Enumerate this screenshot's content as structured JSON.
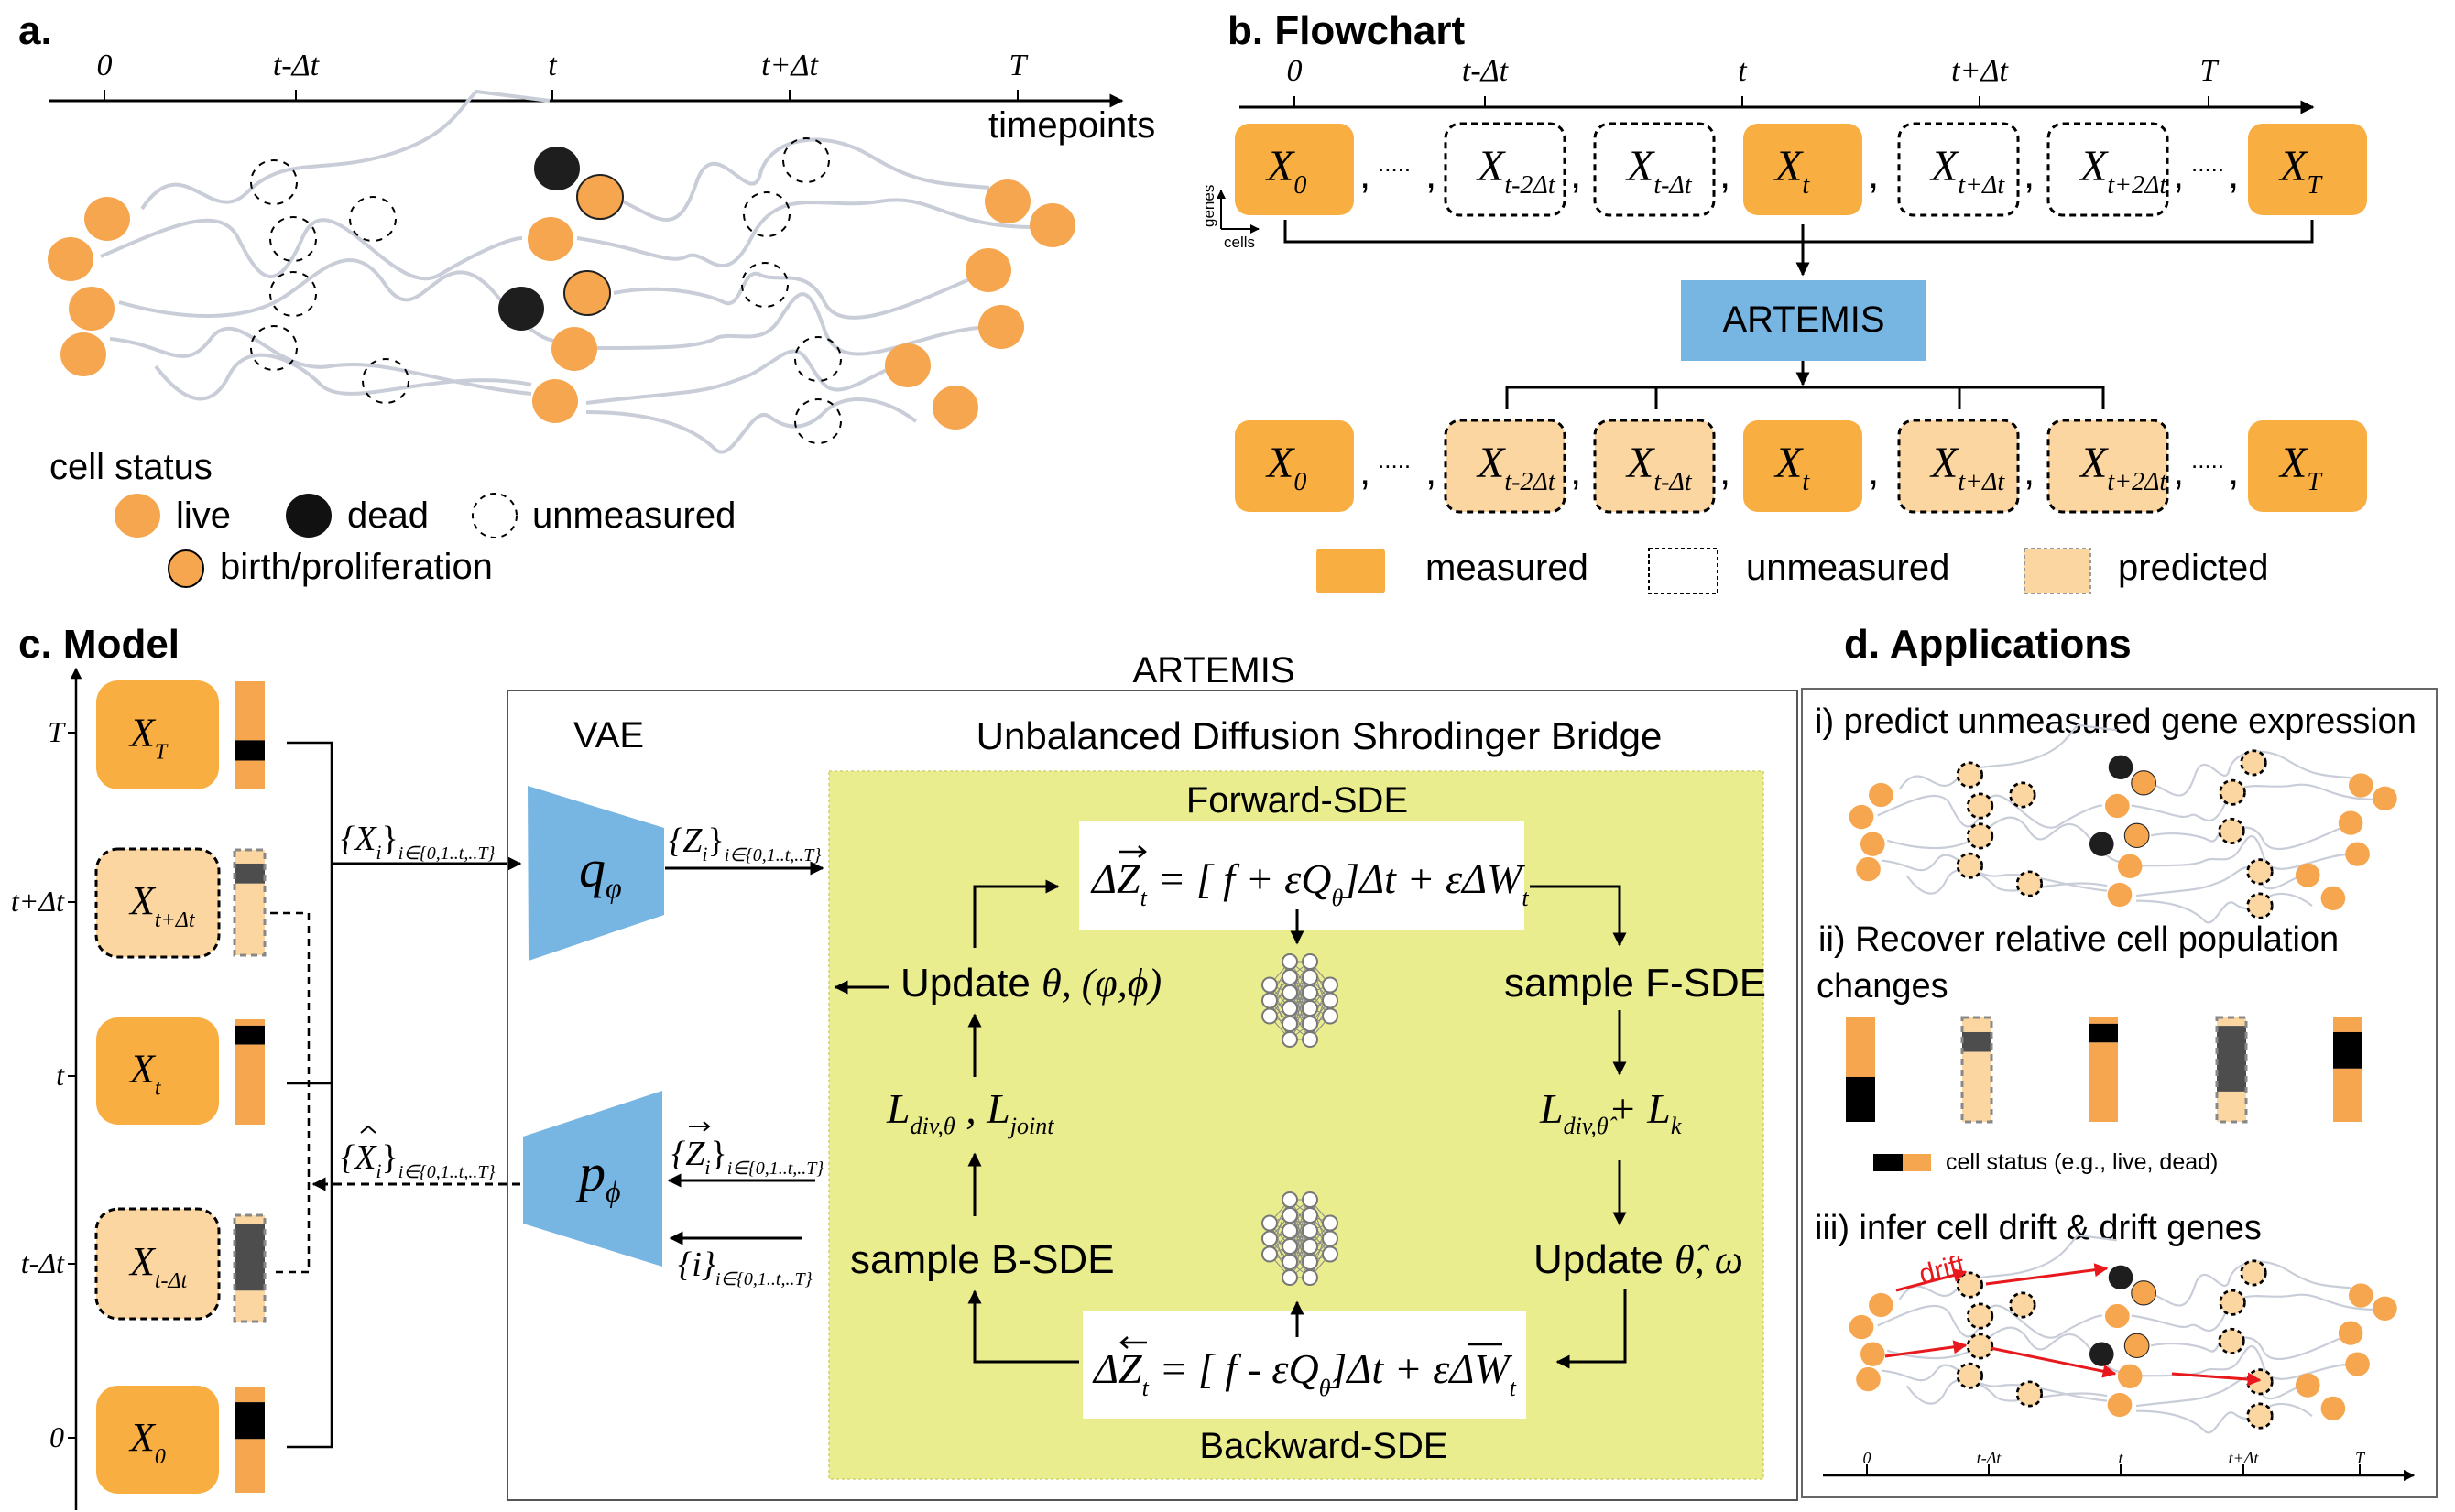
{
  "colors": {
    "measured": "#f9ae42",
    "live_cell": "#f6a64f",
    "predicted": "#fcd6a1",
    "dead": "#1e1e1e",
    "dead_bar": "#000000",
    "predicted_dead_bar": "#4d4d4d",
    "model_blue": "#77b5e3",
    "sde_yellow": "#e9ed8e",
    "trajectory": "#c8cdd8",
    "drift_red": "#e8191d"
  },
  "panel_a": {
    "label": "a.",
    "axis_ticks": [
      "0",
      "t-Δt",
      "t",
      "t+Δt",
      "T"
    ],
    "axis_title": "timepoints",
    "legend": {
      "title": "cell status",
      "live": "live",
      "dead": "dead",
      "unmeasured": "unmeasured",
      "birth": "birth/proliferation"
    }
  },
  "panel_b": {
    "label": "b. Flowchart",
    "axis_ticks": [
      "0",
      "t-Δt",
      "t",
      "t+Δt",
      "T"
    ],
    "axis_genes": "genes",
    "axis_cells": "cells",
    "separator": ",",
    "ellipsis": ".....",
    "input_row": [
      {
        "sym": "X",
        "sub": "0",
        "status": "measured"
      },
      {
        "sym": "X",
        "sub": "t-2Δt",
        "status": "unmeasured"
      },
      {
        "sym": "X",
        "sub": "t-Δt",
        "status": "unmeasured"
      },
      {
        "sym": "X",
        "sub": "t",
        "status": "measured"
      },
      {
        "sym": "X",
        "sub": "t+Δt",
        "status": "unmeasured"
      },
      {
        "sym": "X",
        "sub": "t+2Δt",
        "status": "unmeasured"
      },
      {
        "sym": "X",
        "sub": "T",
        "status": "measured"
      }
    ],
    "model": "ARTEMIS",
    "output_row": [
      {
        "sym": "X",
        "sub": "0",
        "status": "measured"
      },
      {
        "sym": "X",
        "sub": "t-2Δt",
        "status": "predicted"
      },
      {
        "sym": "X",
        "sub": "t-Δt",
        "status": "predicted"
      },
      {
        "sym": "X",
        "sub": "t",
        "status": "measured"
      },
      {
        "sym": "X",
        "sub": "t+Δt",
        "status": "predicted"
      },
      {
        "sym": "X",
        "sub": "t+2Δt",
        "status": "predicted"
      },
      {
        "sym": "X",
        "sub": "T",
        "status": "measured"
      }
    ],
    "legend": {
      "measured": "measured",
      "unmeasured": "unmeasured",
      "predicted": "predicted"
    }
  },
  "panel_c": {
    "label": "c. Model",
    "timepoints": [
      {
        "tick": "T",
        "sym": "X",
        "sub": "T",
        "status": "measured",
        "bar": [
          {
            "s": "live",
            "f": 0.55
          },
          {
            "s": "dead",
            "f": 0.19
          },
          {
            "s": "live",
            "f": 0.26
          }
        ]
      },
      {
        "tick": "t+Δt",
        "sym": "X",
        "sub": "t+Δt",
        "status": "predicted",
        "bar": [
          {
            "s": "live",
            "f": 0.13
          },
          {
            "s": "dead",
            "f": 0.19
          },
          {
            "s": "live",
            "f": 0.68
          }
        ]
      },
      {
        "tick": "t",
        "sym": "X",
        "sub": "t",
        "status": "measured",
        "bar": [
          {
            "s": "live",
            "f": 0.06
          },
          {
            "s": "dead",
            "f": 0.18
          },
          {
            "s": "live",
            "f": 0.76
          }
        ]
      },
      {
        "tick": "t-Δt",
        "sym": "X",
        "sub": "t-Δt",
        "status": "predicted",
        "bar": [
          {
            "s": "live",
            "f": 0.08
          },
          {
            "s": "dead",
            "f": 0.63
          },
          {
            "s": "live",
            "f": 0.29
          }
        ]
      },
      {
        "tick": "0",
        "sym": "X",
        "sub": "0",
        "status": "measured",
        "bar": [
          {
            "s": "live",
            "f": 0.14
          },
          {
            "s": "dead",
            "f": 0.35
          },
          {
            "s": "live",
            "f": 0.51
          }
        ]
      }
    ],
    "artemis_label": "ARTEMIS",
    "vae_label": "VAE",
    "encoder": {
      "sym": "q",
      "sub": "φ"
    },
    "decoder": {
      "sym": "p",
      "sub": "ϕ"
    },
    "input_set": {
      "main": "{X",
      "idx": "i",
      "close": "}",
      "range": "i∈{0,1..t,..T}"
    },
    "latent_set": {
      "main": "{Z",
      "idx": "i",
      "close": "}",
      "range": "i∈{0,1..t,..T}"
    },
    "forward_latent_set": {
      "main": "{Z",
      "idx": "i",
      "close": "}",
      "range": "i∈{0,1..t,..T}"
    },
    "index_set": {
      "main": "{i}",
      "range": "i∈{0,1..t,..T}"
    },
    "recon_set": {
      "main": "{X",
      "idx": "i",
      "close": "}",
      "range": "i∈{0,1..t,..T}"
    },
    "udsb_title": "Unbalanced Diffusion Shrodinger Bridge",
    "forward_title": "Forward-SDE",
    "backward_title": "Backward-SDE",
    "forward_eq": [
      "ΔZ",
      "t",
      " = [ f + εQ",
      "θ",
      "]Δt + εΔW",
      "t"
    ],
    "backward_eq": [
      "ΔZ",
      "t",
      " = [ f - εQ",
      "θ̂",
      "]Δt + εΔW",
      "t"
    ],
    "update_left": {
      "text": "Update ",
      "math": "θ, (φ,ϕ)"
    },
    "sample_f": "sample F-SDE",
    "loss_left": {
      "l1": "L",
      "s1": "div,θ",
      "sep": " , ",
      "l2": "L",
      "s2": "joint"
    },
    "loss_right": {
      "l1": "L",
      "s1": "div,θ̂",
      "sep": "+ ",
      "l2": "L",
      "s2": "k"
    },
    "sample_b": "sample B-SDE",
    "update_right": {
      "text": "Update ",
      "math": "θ̂, ω"
    }
  },
  "panel_d": {
    "label": "d. Applications",
    "app1": "i) predict unmeasured gene expression",
    "app2_line1": "ii) Recover relative cell population",
    "app2_line2": "changes",
    "bars": [
      {
        "status": "measured",
        "segments": [
          {
            "s": "live",
            "f": 0.57
          },
          {
            "s": "dead",
            "f": 0.43
          }
        ]
      },
      {
        "status": "predicted",
        "segments": [
          {
            "s": "live",
            "f": 0.14
          },
          {
            "s": "dead",
            "f": 0.19
          },
          {
            "s": "live",
            "f": 0.67
          }
        ]
      },
      {
        "status": "measured",
        "segments": [
          {
            "s": "live",
            "f": 0.06
          },
          {
            "s": "dead",
            "f": 0.18
          },
          {
            "s": "live",
            "f": 0.76
          }
        ]
      },
      {
        "status": "predicted",
        "segments": [
          {
            "s": "live",
            "f": 0.08
          },
          {
            "s": "dead",
            "f": 0.63
          },
          {
            "s": "live",
            "f": 0.29
          }
        ]
      },
      {
        "status": "measured",
        "segments": [
          {
            "s": "live",
            "f": 0.14
          },
          {
            "s": "dead",
            "f": 0.35
          },
          {
            "s": "live",
            "f": 0.51
          }
        ]
      }
    ],
    "bar_legend": "cell status (e.g., live, dead)",
    "app3": "iii) infer cell drift & drift genes",
    "drift_label": "drift",
    "axis_ticks": [
      "0",
      "t-Δt",
      "t",
      "t+Δt",
      "T"
    ]
  }
}
